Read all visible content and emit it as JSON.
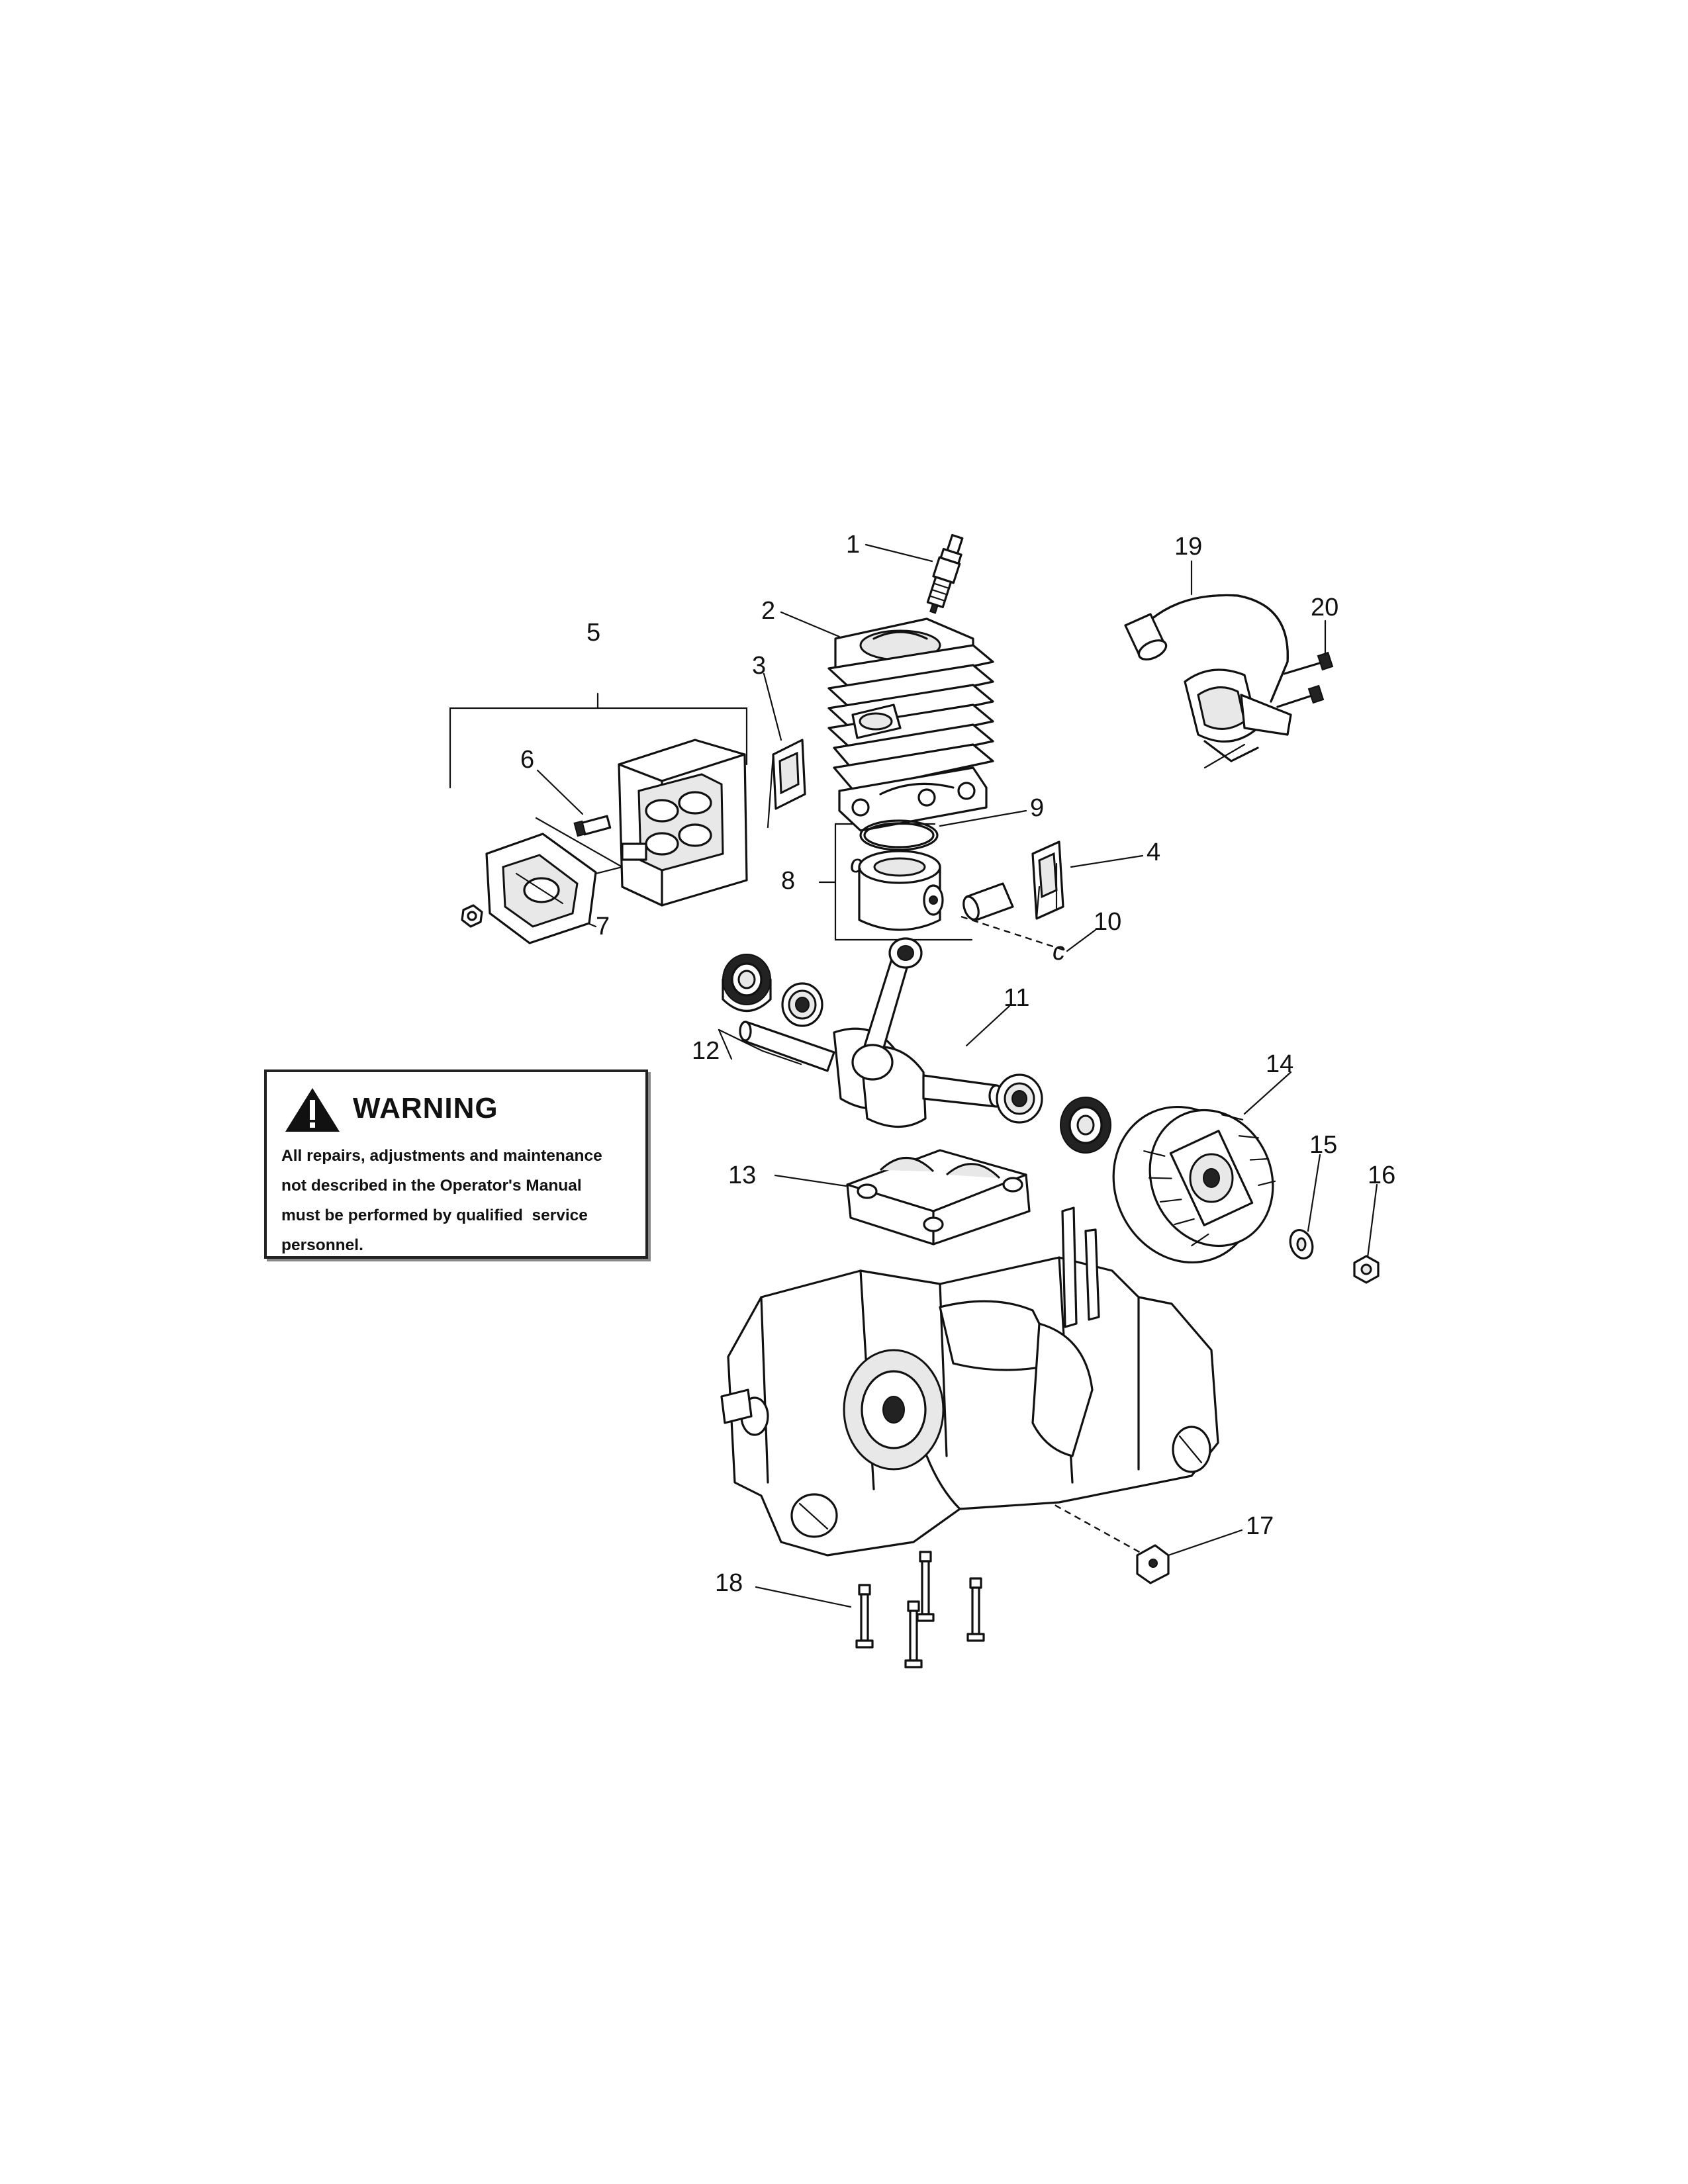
{
  "callouts": [
    {
      "id": 1,
      "label": "1"
    },
    {
      "id": 2,
      "label": "2"
    },
    {
      "id": 3,
      "label": "3"
    },
    {
      "id": 4,
      "label": "4"
    },
    {
      "id": 5,
      "label": "5"
    },
    {
      "id": 6,
      "label": "6"
    },
    {
      "id": 7,
      "label": "7"
    },
    {
      "id": 8,
      "label": "8"
    },
    {
      "id": 9,
      "label": "9"
    },
    {
      "id": 10,
      "label": "10"
    },
    {
      "id": 11,
      "label": "11"
    },
    {
      "id": 12,
      "label": "12"
    },
    {
      "id": 13,
      "label": "13"
    },
    {
      "id": 14,
      "label": "14"
    },
    {
      "id": 15,
      "label": "15"
    },
    {
      "id": 16,
      "label": "16"
    },
    {
      "id": 17,
      "label": "17"
    },
    {
      "id": 18,
      "label": "18"
    },
    {
      "id": 19,
      "label": "19"
    },
    {
      "id": 20,
      "label": "20"
    }
  ],
  "warning": {
    "title": "WARNING",
    "lines": [
      "All repairs, adjustments and maintenance",
      "not described in the Operator's Manual",
      "must be performed by qualified  service",
      "personnel."
    ]
  }
}
